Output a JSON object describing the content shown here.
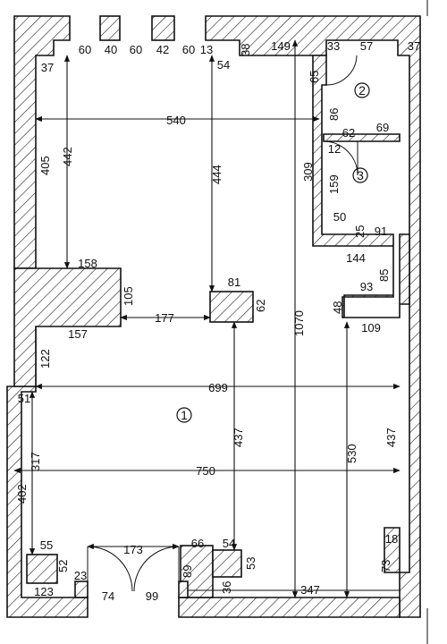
{
  "plan": {
    "rooms": [
      {
        "id": "room-1",
        "number": "1"
      },
      {
        "id": "room-2",
        "number": "2"
      },
      {
        "id": "room-3",
        "number": "3"
      }
    ],
    "dimensions": {
      "top_60a": "60",
      "top_40": "40",
      "top_60b": "60",
      "top_42": "42",
      "top_60c": "60",
      "top_13": "13",
      "top_38": "38",
      "top_149": "149",
      "top_33": "33",
      "top_57": "57",
      "top_37r": "37",
      "d_37": "37",
      "d_54": "54",
      "d_65": "65",
      "d_540": "540",
      "d_86": "86",
      "d_62": "62",
      "d_69": "69",
      "d_12": "12",
      "d_405": "405",
      "d_442": "442",
      "d_444": "444",
      "d_309": "309",
      "d_159": "159",
      "d_50": "50",
      "d_25": "25",
      "d_91": "91",
      "d_144": "144",
      "d_85": "85",
      "d_158": "158",
      "d_105": "105",
      "d_81": "81",
      "d_62col": "62",
      "d_93": "93",
      "d_48": "48",
      "d_177": "177",
      "d_157": "157",
      "d_1070": "1070",
      "d_109": "109",
      "d_122": "122",
      "d_699": "699",
      "d_51": "51",
      "d_437": "437",
      "d_437r": "437",
      "d_317": "317",
      "d_530": "530",
      "d_750": "750",
      "d_402": "402",
      "d_55": "55",
      "d_173": "173",
      "d_66": "66",
      "d_54b": "54",
      "d_18": "18",
      "d_52": "52",
      "d_23": "23",
      "d_89": "89",
      "d_53": "53",
      "d_73": "73",
      "d_36": "36",
      "d_123": "123",
      "d_74": "74",
      "d_99": "99",
      "d_347": "347"
    }
  }
}
